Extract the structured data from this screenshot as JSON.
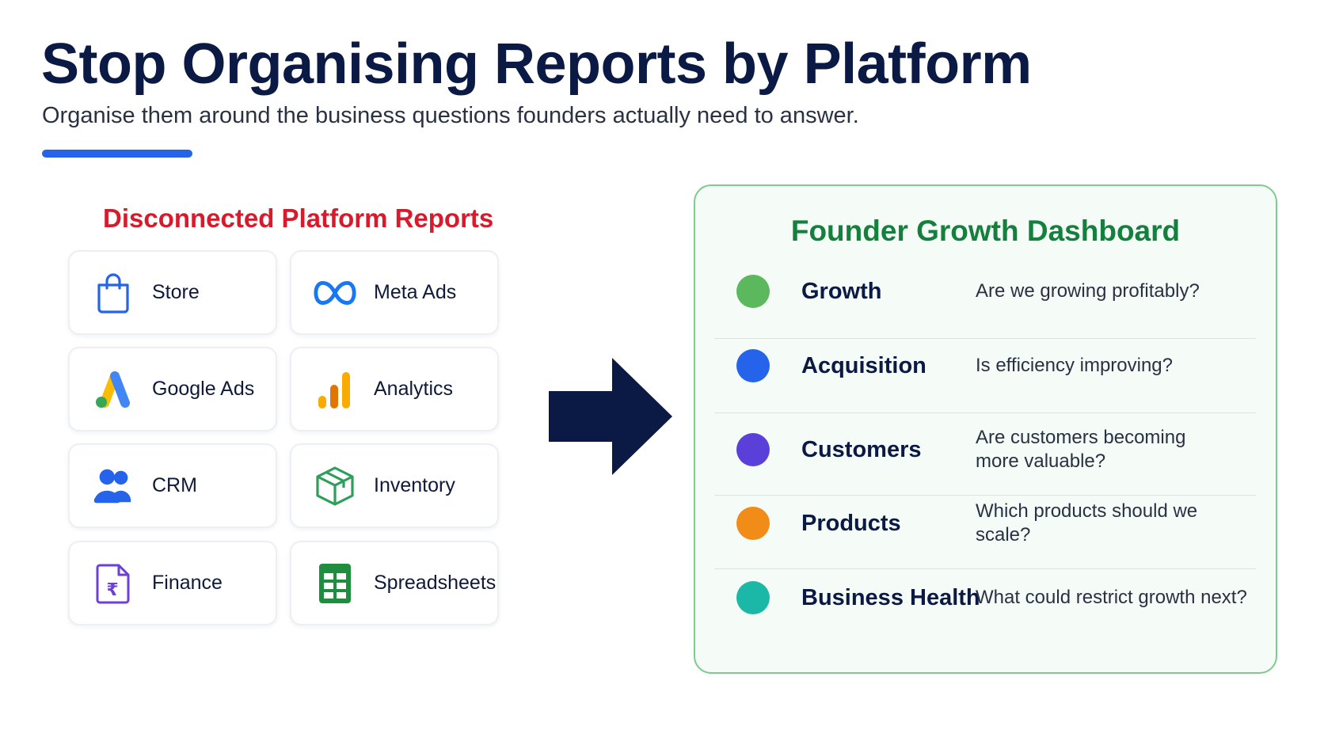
{
  "header": {
    "title": "Stop Organising Reports by Platform",
    "subtitle": "Organise them around the business questions founders actually need to answer."
  },
  "colors": {
    "accent": "#2563eb",
    "heading_red": "#d81b2c",
    "dashboard_green": "#15803d",
    "arrow": "#0b1a45"
  },
  "left": {
    "heading": "Disconnected Platform Reports",
    "cards": [
      {
        "label": "Store",
        "icon": "shopping-bag-icon"
      },
      {
        "label": "Meta Ads",
        "icon": "meta-logo-icon"
      },
      {
        "label": "Google Ads",
        "icon": "google-ads-logo-icon"
      },
      {
        "label": "Analytics",
        "icon": "analytics-bars-icon"
      },
      {
        "label": "CRM",
        "icon": "users-icon"
      },
      {
        "label": "Inventory",
        "icon": "package-box-icon"
      },
      {
        "label": "Finance",
        "icon": "rupee-document-icon"
      },
      {
        "label": "Spreadsheets",
        "icon": "spreadsheet-icon"
      }
    ]
  },
  "arrow_icon": "right-arrow-icon",
  "dashboard": {
    "heading": "Founder Growth Dashboard",
    "rows": [
      {
        "name": "Growth",
        "question": "Are we growing profitably?",
        "color": "#5cb85c"
      },
      {
        "name": "Acquisition",
        "question": "Is efficiency improving?",
        "color": "#2563eb"
      },
      {
        "name": "Customers",
        "question": "Are customers becoming more valuable?",
        "color": "#5b3fd9"
      },
      {
        "name": "Products",
        "question": "Which products should we scale?",
        "color": "#f28c18"
      },
      {
        "name": "Business Health",
        "question": "What could restrict growth next?",
        "color": "#1bb8a8"
      }
    ]
  }
}
